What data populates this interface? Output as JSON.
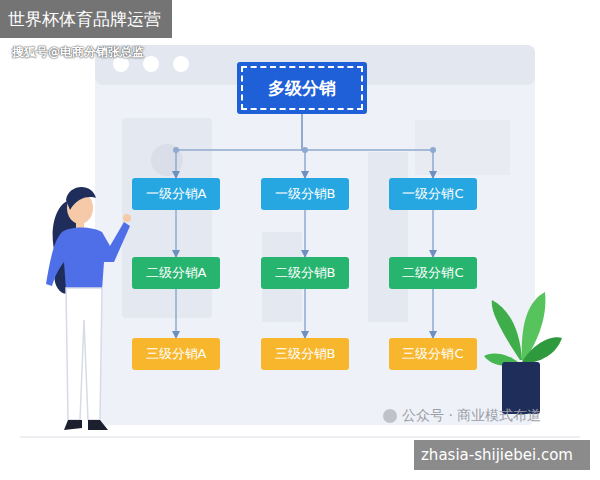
{
  "diagram": {
    "nodes": [
      {
        "text": [
          "多级分销"
        ]
      },
      {
        "text": [
          "一级分销A"
        ]
      },
      {
        "text": [
          "一级分销B"
        ]
      },
      {
        "text": [
          "一级分销C"
        ]
      },
      {
        "text": [
          "二级分销A"
        ]
      },
      {
        "text": [
          "二级分销B"
        ]
      },
      {
        "text": [
          "二级分销C"
        ]
      },
      {
        "text": [
          "三级分销A"
        ]
      },
      {
        "text": [
          "三级分销B"
        ]
      },
      {
        "text": [
          "三级分销C"
        ]
      }
    ],
    "edges": [
      {
        "from": 0,
        "to": 1,
        "arrow": "to"
      },
      {
        "from": 0,
        "to": 2,
        "arrow": "to"
      },
      {
        "from": 0,
        "to": 3,
        "arrow": "to"
      },
      {
        "from": 1,
        "to": 4,
        "arrow": "to"
      },
      {
        "from": 2,
        "to": 5,
        "arrow": "to"
      },
      {
        "from": 3,
        "to": 6,
        "arrow": "to"
      },
      {
        "from": 4,
        "to": 7,
        "arrow": "to"
      },
      {
        "from": 5,
        "to": 8,
        "arrow": "to"
      },
      {
        "from": 6,
        "to": 9,
        "arrow": "to"
      }
    ],
    "labels": [
      "世界杯体育品牌运营",
      "搜狐号@电商分销张总监",
      "公众号 · 商业模式布道",
      "zhasia-shijiebei.com"
    ]
  }
}
